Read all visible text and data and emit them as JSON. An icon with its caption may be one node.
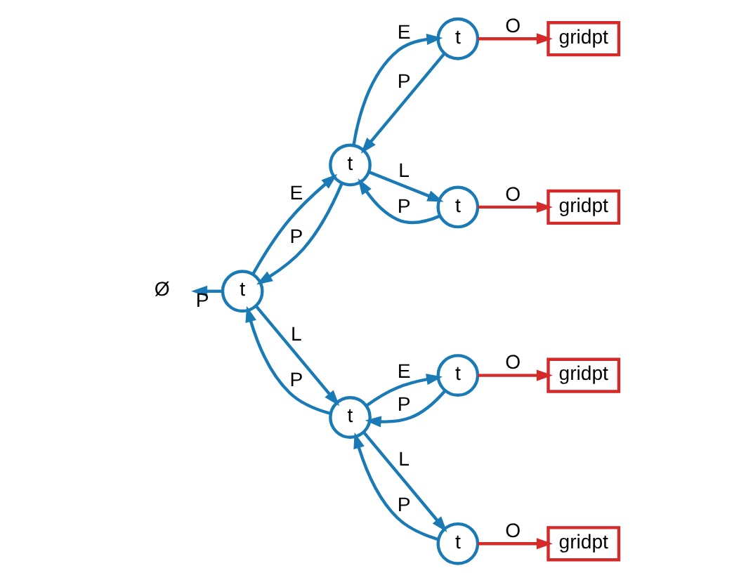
{
  "diagram": {
    "nodes": [
      {
        "text": [
          "Ø"
        ]
      },
      {
        "text": [
          "t"
        ]
      },
      {
        "text": [
          "t"
        ]
      },
      {
        "text": [
          "t"
        ]
      },
      {
        "text": [
          "t"
        ]
      },
      {
        "text": [
          "t"
        ]
      },
      {
        "text": [
          "t"
        ]
      },
      {
        "text": [
          "t"
        ]
      },
      {
        "text": [
          "gridpt"
        ]
      },
      {
        "text": [
          "gridpt"
        ]
      },
      {
        "text": [
          "gridpt"
        ]
      },
      {
        "text": [
          "gridpt"
        ]
      }
    ],
    "edges": [
      {
        "from": 1,
        "to": 0,
        "arrow": "to",
        "label": "P"
      },
      {
        "from": 1,
        "to": 2,
        "arrow": "to",
        "label": "E"
      },
      {
        "from": 2,
        "to": 1,
        "arrow": "to",
        "label": "P"
      },
      {
        "from": 1,
        "to": 3,
        "arrow": "to",
        "label": "L"
      },
      {
        "from": 3,
        "to": 1,
        "arrow": "to",
        "label": "P"
      },
      {
        "from": 2,
        "to": 4,
        "arrow": "to",
        "label": "E"
      },
      {
        "from": 4,
        "to": 2,
        "arrow": "to",
        "label": "P"
      },
      {
        "from": 2,
        "to": 5,
        "arrow": "to",
        "label": "L"
      },
      {
        "from": 5,
        "to": 2,
        "arrow": "to",
        "label": "P"
      },
      {
        "from": 3,
        "to": 6,
        "arrow": "to",
        "label": "E"
      },
      {
        "from": 6,
        "to": 3,
        "arrow": "to",
        "label": "P"
      },
      {
        "from": 3,
        "to": 7,
        "arrow": "to",
        "label": "L"
      },
      {
        "from": 7,
        "to": 3,
        "arrow": "to",
        "label": "P"
      },
      {
        "from": 4,
        "to": 8,
        "arrow": "to",
        "label": "O",
        "color": "#d42a2a"
      },
      {
        "from": 5,
        "to": 9,
        "arrow": "to",
        "label": "O",
        "color": "#d42a2a"
      },
      {
        "from": 6,
        "to": 10,
        "arrow": "to",
        "label": "O",
        "color": "#d42a2a"
      },
      {
        "from": 7,
        "to": 11,
        "arrow": "to",
        "label": "O",
        "color": "#d42a2a"
      }
    ]
  }
}
